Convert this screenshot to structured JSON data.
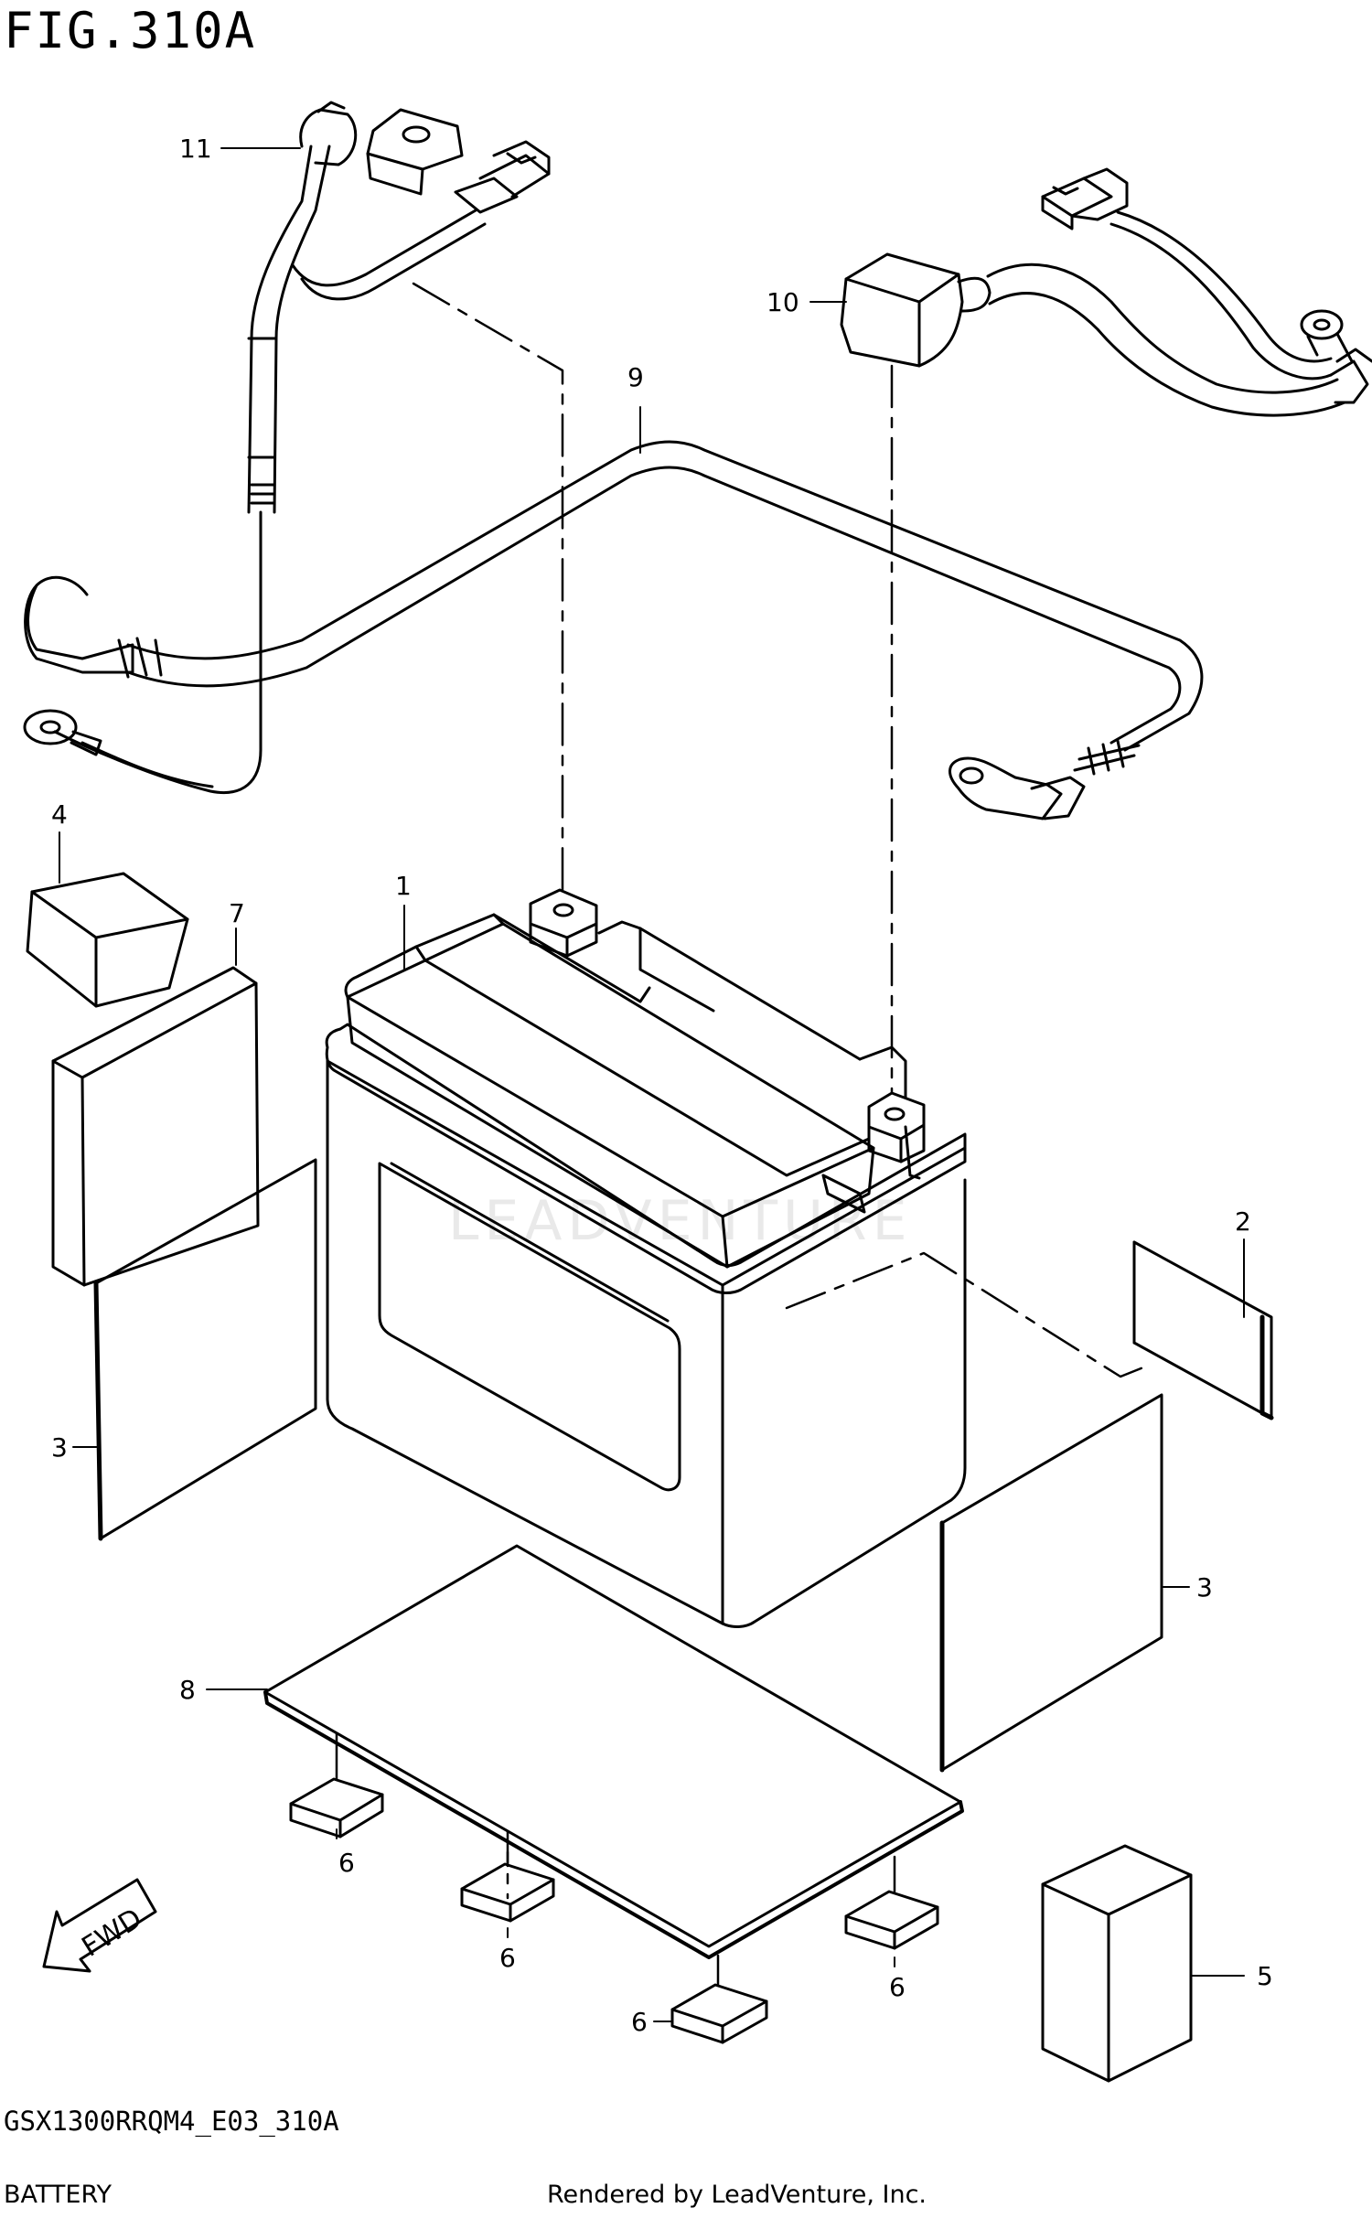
{
  "figure": {
    "title": "FIG.310A"
  },
  "callouts": [
    {
      "id": "c1",
      "label": "1"
    },
    {
      "id": "c2",
      "label": "2"
    },
    {
      "id": "c3a",
      "label": "3"
    },
    {
      "id": "c3b",
      "label": "3"
    },
    {
      "id": "c4",
      "label": "4"
    },
    {
      "id": "c5",
      "label": "5"
    },
    {
      "id": "c6a",
      "label": "6"
    },
    {
      "id": "c6b",
      "label": "6"
    },
    {
      "id": "c6c",
      "label": "6"
    },
    {
      "id": "c6d",
      "label": "6"
    },
    {
      "id": "c7",
      "label": "7"
    },
    {
      "id": "c8",
      "label": "8"
    },
    {
      "id": "c9",
      "label": "9"
    },
    {
      "id": "c10",
      "label": "10"
    },
    {
      "id": "c11",
      "label": "11"
    }
  ],
  "fwd_arrow": {
    "label": "FWD"
  },
  "watermark": {
    "text": "LEADVENTURE"
  },
  "footer": {
    "code": "GSX1300RRQM4_E03_310A",
    "name": "BATTERY",
    "credit": "Rendered by LeadVenture, Inc."
  },
  "colors": {
    "line": "#000000",
    "background": "#ffffff",
    "watermark": "#e9e9e9"
  }
}
